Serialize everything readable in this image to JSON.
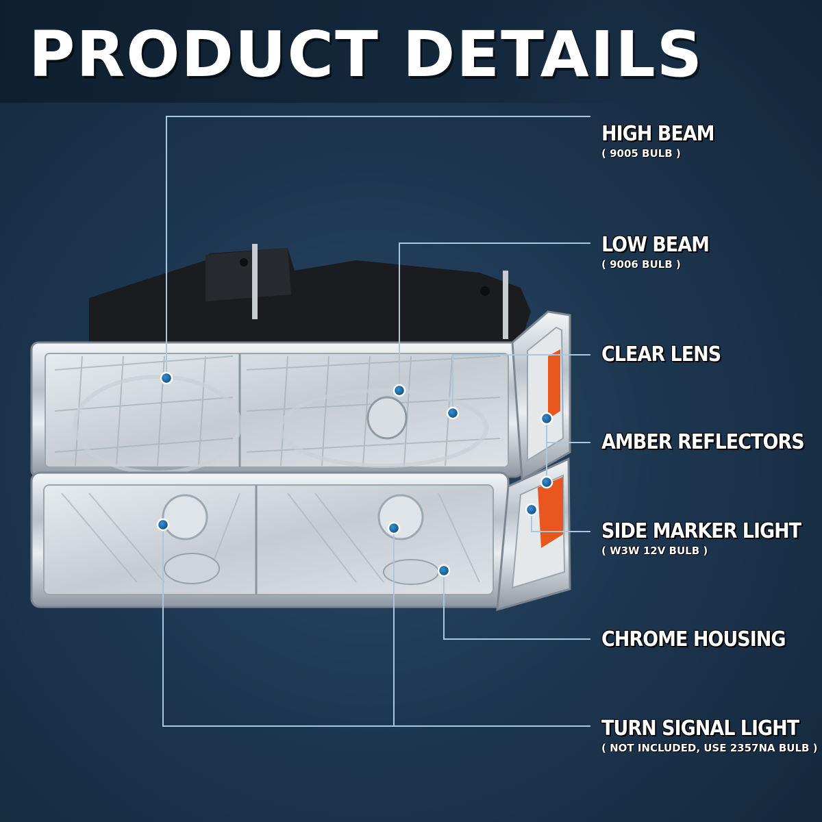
{
  "header": {
    "title": "PRODUCT DETAILS"
  },
  "callouts": {
    "high_beam": {
      "label": "HIGH BEAM",
      "sub": "( 9005 BULB )"
    },
    "low_beam": {
      "label": "LOW BEAM",
      "sub": "( 9006 BULB )"
    },
    "clear_lens": {
      "label": "CLEAR LENS"
    },
    "amber_reflectors": {
      "label": "AMBER REFLECTORS"
    },
    "side_marker": {
      "label": "SIDE MARKER LIGHT",
      "sub": "( W3W 12V BULB )"
    },
    "chrome_housing": {
      "label": "CHROME HOUSING"
    },
    "turn_signal": {
      "label": "TURN SIGNAL LIGHT",
      "sub": "( NOT INCLUDED, USE 2357NA  BULB )"
    }
  },
  "colors": {
    "background": "#1d3650",
    "leader_line": "#a9c7df",
    "dot": "#1b6aa8",
    "amber": "#e8571e"
  },
  "image": {
    "subject": "headlight-assembly-image"
  }
}
